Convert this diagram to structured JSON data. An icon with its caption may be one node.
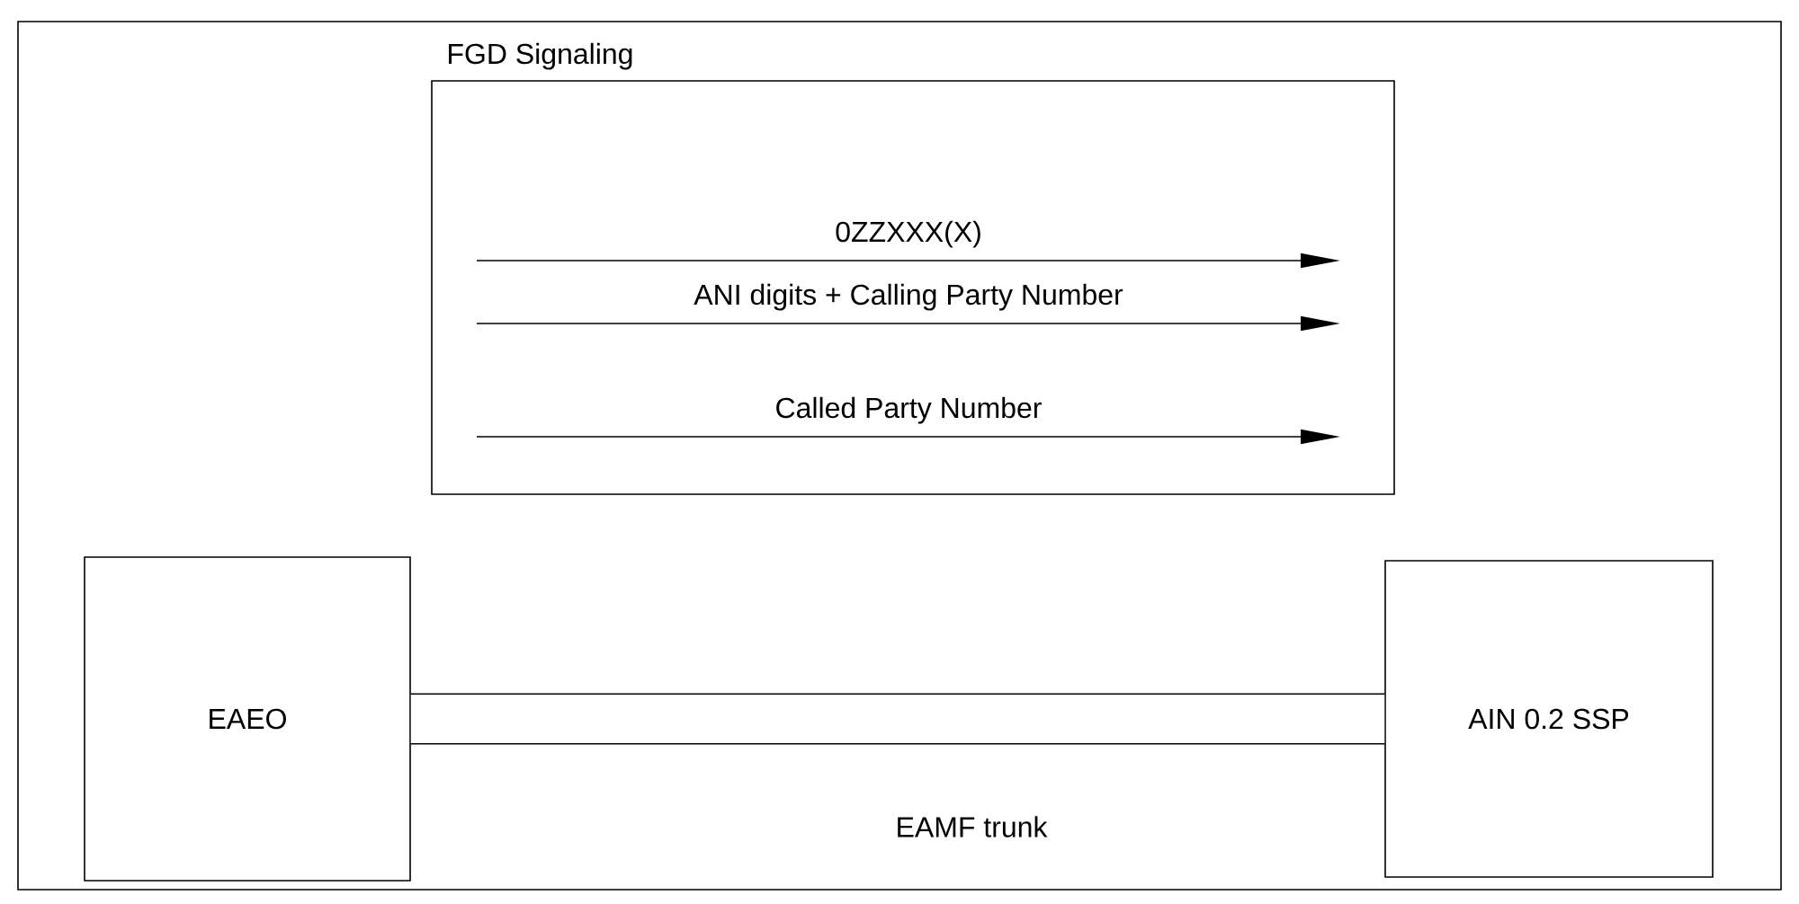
{
  "diagram": {
    "nodes": [
      {
        "text": [
          "FGD Signaling",
          "0ZZXXX(X)",
          "ANI digits + Calling Party Number",
          "Called Party Number"
        ]
      },
      {
        "text": [
          "EAEO"
        ]
      },
      {
        "text": [
          "AIN 0.2 SSP"
        ]
      }
    ],
    "edges": [
      {
        "from": 1,
        "to": 2,
        "arrow": "none",
        "label": "EAMF trunk"
      }
    ]
  }
}
